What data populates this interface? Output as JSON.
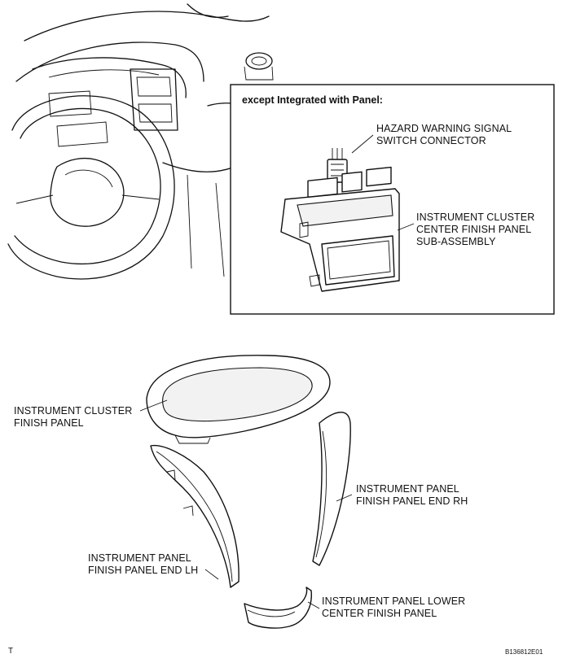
{
  "inset": {
    "title": "except Integrated with Panel:"
  },
  "labels": {
    "hazard_connector": [
      "HAZARD WARNING SIGNAL",
      "SWITCH CONNECTOR"
    ],
    "center_finish_panel": [
      "INSTRUMENT CLUSTER",
      "CENTER FINISH PANEL",
      "SUB-ASSEMBLY"
    ],
    "cluster_finish_panel": [
      "INSTRUMENT CLUSTER",
      "FINISH PANEL"
    ],
    "panel_end_rh": [
      "INSTRUMENT PANEL",
      "FINISH PANEL END RH"
    ],
    "panel_end_lh": [
      "INSTRUMENT PANEL",
      "FINISH PANEL END LH"
    ],
    "lower_center_panel": [
      "INSTRUMENT PANEL LOWER",
      "CENTER FINISH PANEL"
    ]
  },
  "footer": {
    "corner_mark": "T",
    "figure_code": "B136812E01"
  },
  "icons": [
    "steering-wheel-icon",
    "dashboard-icon",
    "connector-icon",
    "finish-panel-icon"
  ]
}
